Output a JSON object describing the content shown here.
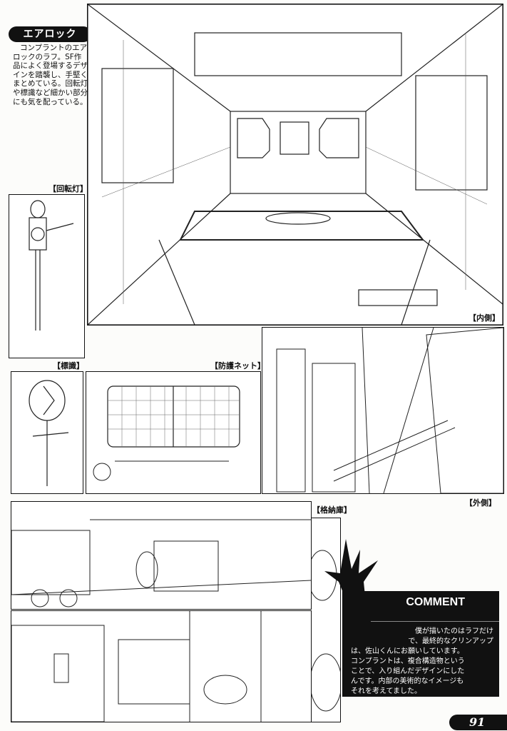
{
  "section": {
    "title": "エアロック",
    "intro_lines": [
      "コンプラントのエア",
      "ロックのラフ。SF作",
      "品によく登場するデザ",
      "インを踏襲し、手堅く",
      "まとめている。回転灯",
      "や標識など細かい部分",
      "にも気を配っている。"
    ]
  },
  "labels": {
    "inner": "【内側】",
    "rotating_light": "【回転灯】",
    "sign": "【標識】",
    "net": "【防護ネット】",
    "outer": "【外側】",
    "hangar": "【格納庫】"
  },
  "comment": {
    "heading": "COMMENT",
    "lines": [
      "僕が描いたのはラフだけ",
      "で、最終的なクリンアップ",
      "は、佐山くんにお願いしています。",
      "コンプラントは、複合構造物という",
      "ことで、入り組んだデザインにした",
      "んです。内部の美術的なイメージも",
      "それを考えてました。"
    ]
  },
  "page_number": "91"
}
